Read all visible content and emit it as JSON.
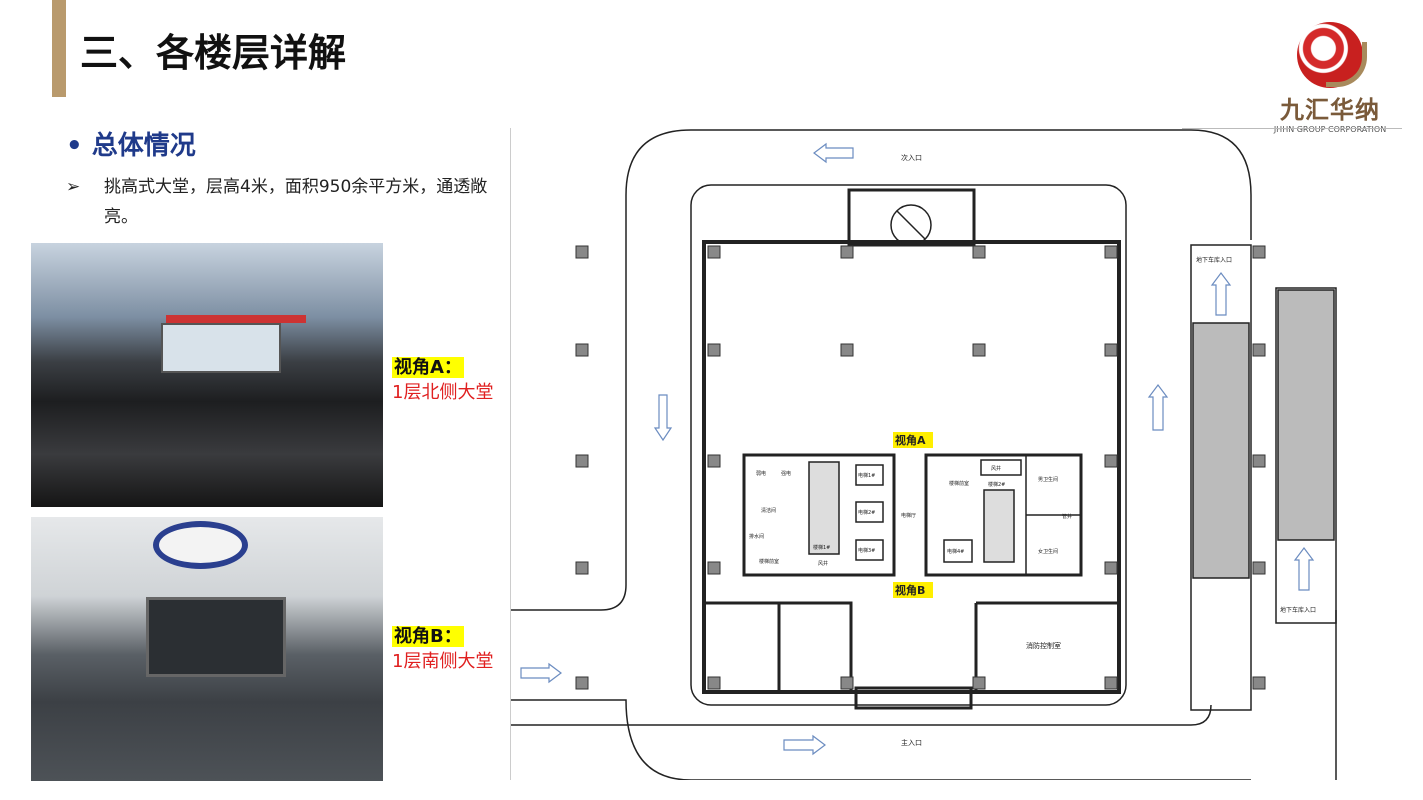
{
  "header": {
    "title": "三、各楼层详解"
  },
  "logo": {
    "cn": "九汇华纳",
    "en": "JHHN GROUP CORPORATION"
  },
  "section": {
    "title": "总体情况",
    "bullet": "•",
    "arrow": "➢",
    "desc": "挑高式大堂，层高4米，面积950余平方米，通透敞亮。"
  },
  "views": [
    {
      "key": "视角A：",
      "value": "1层北侧大堂"
    },
    {
      "key": "视角B：",
      "value": "1层南侧大堂"
    }
  ],
  "plan": {
    "secondary_entrance": "次入口",
    "main_entrance": "主入口",
    "view_a": "视角A",
    "view_b": "视角B",
    "garage_entrance_1": "地下车库入口",
    "garage_entrance_2": "地下车库入口",
    "fire_control": "消防控制室",
    "rooms": {
      "weak": "弱电",
      "strong": "强电",
      "cleaning": "清洁间",
      "drain": "排水间",
      "stair1_front": "楼梯前室",
      "stair1": "楼梯1#",
      "shaft1": "风井",
      "elev1": "电梯1#",
      "elev2": "电梯2#",
      "elev3": "电梯3#",
      "lobby": "电梯厅",
      "stair2_front": "楼梯前室",
      "shaft2": "风井",
      "stair2": "楼梯2#",
      "elev4": "电梯4#",
      "men": "男卫生间",
      "pipe": "管井",
      "women": "女卫生间"
    }
  },
  "colors": {
    "accent": "#b99a6d",
    "section": "#1f3a8a",
    "highlight": "#ffff00",
    "caption": "#e02020"
  }
}
